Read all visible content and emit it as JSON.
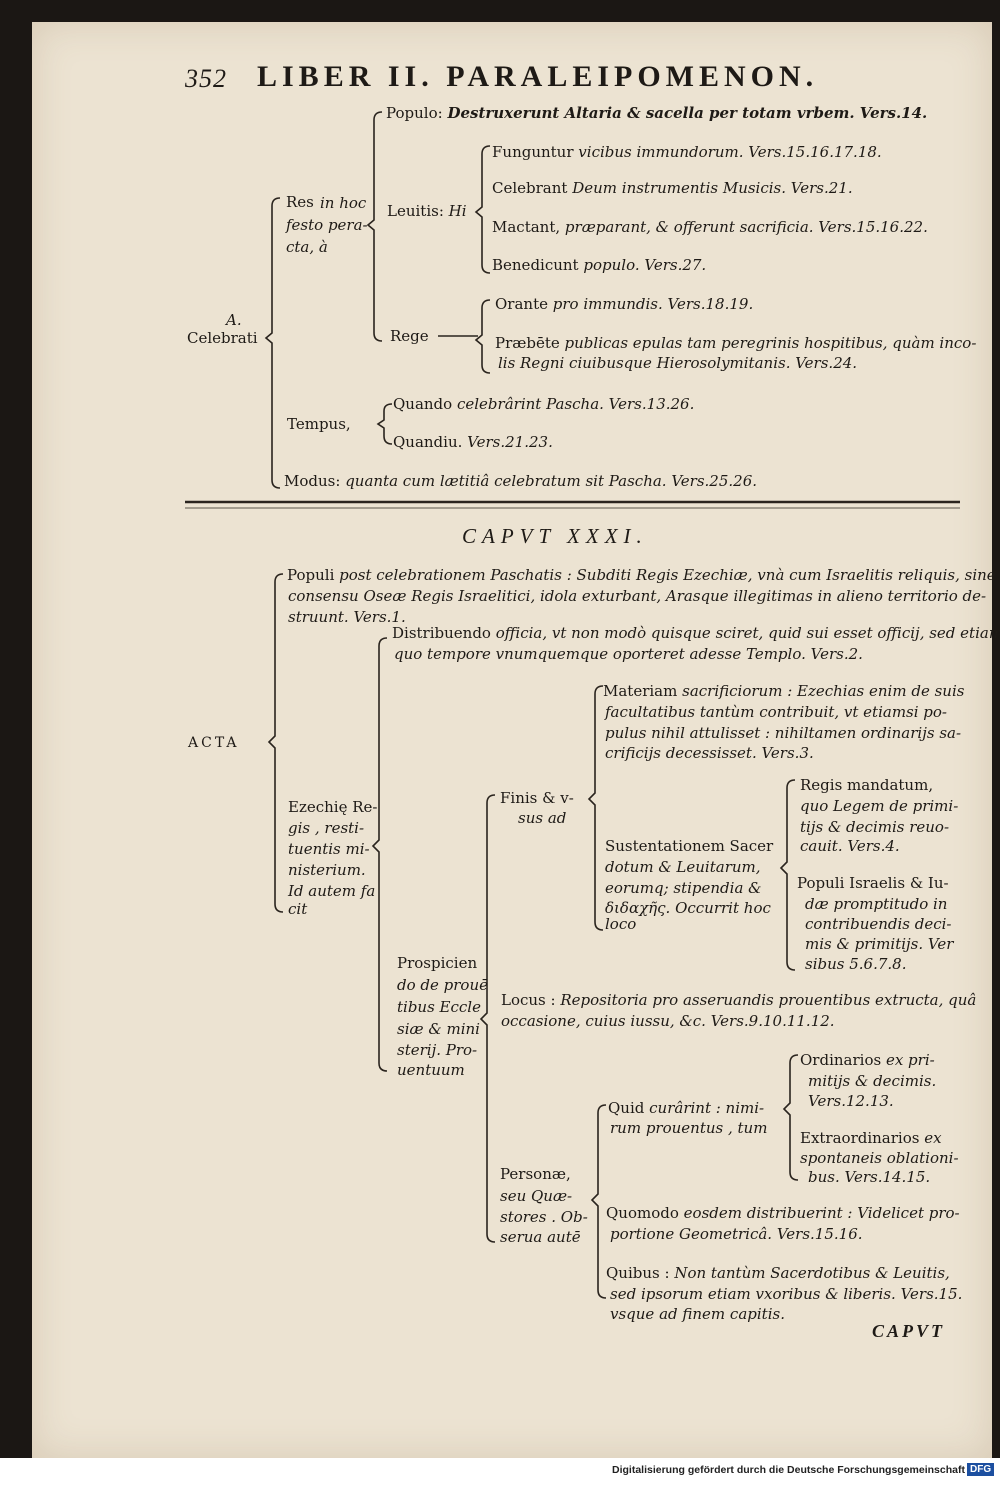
{
  "header": {
    "page_number": "352",
    "running_title": "LIBER II. PARALEIPOMENON."
  },
  "section_a": {
    "marker": "A.",
    "root": "Celebrati",
    "res": {
      "label": "Res",
      "label_italic": "in hoc festo pera-cta, à"
    },
    "populo": {
      "label": "Populo:",
      "text": "Destruxerunt Altaria & sacella per totam vrbem. Vers.14."
    },
    "leuitis": {
      "label": "Leuitis:",
      "label_italic": "Hi"
    },
    "leuitis_items": [
      {
        "lead": "Funguntur",
        "rest": "vicibus immundorum. Vers.15.16.17.18."
      },
      {
        "lead": "Celebrant",
        "rest": "Deum instrumentis Musicis. Vers.21."
      },
      {
        "lead": "Mactant,",
        "rest": "præparant, & offerunt sacrificia. Vers.15.16.22."
      },
      {
        "lead": "Benedicunt",
        "rest": "populo. Vers.27."
      }
    ],
    "rege": {
      "label": "Rege"
    },
    "rege_items": [
      {
        "lead": "Orante",
        "rest": "pro immundis. Vers.18.19."
      },
      {
        "lead": "Præbēte",
        "rest": "publicas epulas tam peregrinis hospitibus, quàm inco-",
        "rest2": "lis Regni ciuibusque Hierosolymitanis. Vers.24."
      }
    ],
    "tempus": {
      "label": "Tempus,"
    },
    "tempus_items": [
      {
        "lead": "Quando",
        "rest": "celebrârint Pascha. Vers.13.26."
      },
      {
        "lead": "Quandiu.",
        "rest": "Vers.21.23."
      }
    ],
    "modus": {
      "label": "Modus:",
      "text": "quanta cum lætitiâ celebratum sit Pascha. Vers.25.26."
    }
  },
  "caput_title": "CAPVT XXXI.",
  "section_b": {
    "root": "ACTA",
    "populi": {
      "lead": "Populi",
      "lines": [
        "post celebrationem Paschatis : Subditi Regis Ezechiæ, vnà cum Israelitis reliquis, sine",
        "consensu Oseæ Regis Israelitici, idola exturbant, Arasque illegitimas in alieno territorio de-",
        "struunt. Vers.1."
      ]
    },
    "ezechiae": {
      "lines": [
        "Ezechię Re-",
        "gis , resti-",
        "tuentis mi-",
        "nisterium.",
        "Id autem fa",
        "cit"
      ]
    },
    "distribuendo": {
      "lead": "Distribuendo",
      "lines": [
        "officia, vt non modò quisque sciret, quid sui esset officij, sed etiam",
        "quo tempore vnumquemque oporteret adesse Templo. Vers.2."
      ]
    },
    "prospiciendo": {
      "lines": [
        "Prospicien",
        "do de prouē",
        "tibus Eccle",
        "siæ & mini",
        "sterij. Pro-",
        "uentuum"
      ]
    },
    "finis": {
      "lines": [
        "Finis & v-",
        "sus ad"
      ]
    },
    "materiam": {
      "lead": "Materiam",
      "lines": [
        "sacrificiorum : Ezechias enim de suis",
        "facultatibus tantùm contribuit, vt etiamsi po-",
        "pulus nihil attulisset : nihiltamen ordinarijs sa-",
        "crificijs decessisset. Vers.3."
      ]
    },
    "sustentationem": {
      "lines": [
        "Sustentationem Sacer",
        "dotum & Leuitarum,",
        "eorumq; stipendia &",
        "διδαχῆς. Occurrit hoc",
        "loco"
      ]
    },
    "regis": {
      "lines": [
        "Regis mandatum,",
        "quo Legem de primi-",
        "tijs & decimis reuo-",
        "cauit. Vers.4."
      ]
    },
    "populi_israelis": {
      "lines": [
        "Populi Israelis & Iu-",
        "dæ promptitudo in",
        "contribuendis deci-",
        "mis & primitijs. Ver",
        "sibus 5.6.7.8."
      ]
    },
    "locus": {
      "lead": "Locus :",
      "lines": [
        "Repositoria pro asseruandis prouentibus extructa, quâ",
        "occasione, cuius iussu, &c. Vers.9.10.11.12."
      ]
    },
    "personae": {
      "lines": [
        "Personæ,",
        "seu Quæ-",
        "stores . Ob-",
        "serua autē"
      ]
    },
    "quid": {
      "lead": "Quid",
      "lines": [
        "curârint : nimi-",
        "rum prouentus , tum"
      ]
    },
    "ordinarios": {
      "lead": "Ordinarios",
      "lines": [
        "ex pri-",
        "mitijs & decimis.",
        "Vers.12.13."
      ]
    },
    "extraordinarios": {
      "lead": "Extraordinarios",
      "lines": [
        "ex",
        "spontaneis oblationi-",
        "bus. Vers.14.15."
      ]
    },
    "quomodo": {
      "lead": "Quomodo",
      "lines": [
        "eosdem distribuerint : Videlicet pro-",
        "portione Geometricâ. Vers.15.16."
      ]
    },
    "quibus": {
      "lead": "Quibus :",
      "lines": [
        "Non tantùm Sacerdotibus & Leuitis,",
        "sed ipsorum etiam vxoribus & liberis. Vers.15.",
        "vsque ad finem capitis."
      ]
    }
  },
  "catchword": "CAPVT",
  "footer_text": "Digitalisierung gefördert durch die Deutsche Forschungsgemeinschaft -",
  "dfg_logo": "DFG"
}
